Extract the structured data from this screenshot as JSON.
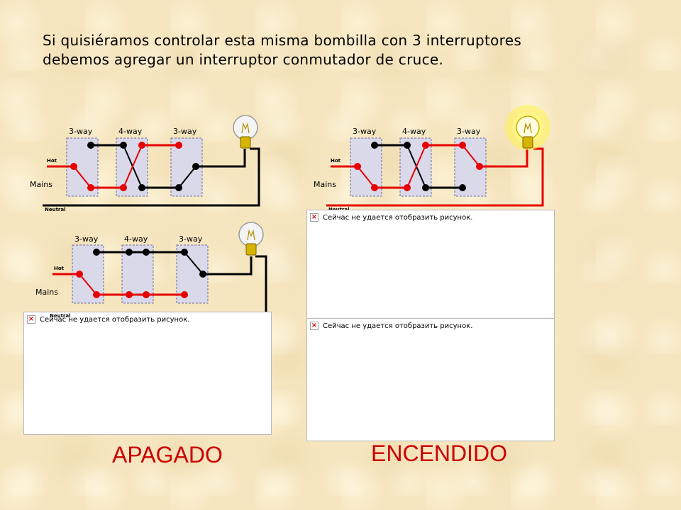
{
  "intro_text": "Si quisiéramos controlar esta misma bombilla con 3 interruptores debemos agregar un interruptor conmutador de cruce.",
  "diagram_labels": {
    "three_way": "3-way",
    "four_way": "4-way",
    "hot": "Hot",
    "neutral": "Neutral",
    "mains": "Mains"
  },
  "broken_image_message": "Сейчас не удается отобразить рисунок.",
  "state_off": "APAGADO",
  "state_on": "ENCENDIDO",
  "colors": {
    "live_wire": "#e60000",
    "dead_wire": "#000000",
    "switch_box": "#d9d9ea",
    "state_text": "#cc0000",
    "bulb_glow": "#fff24d"
  }
}
